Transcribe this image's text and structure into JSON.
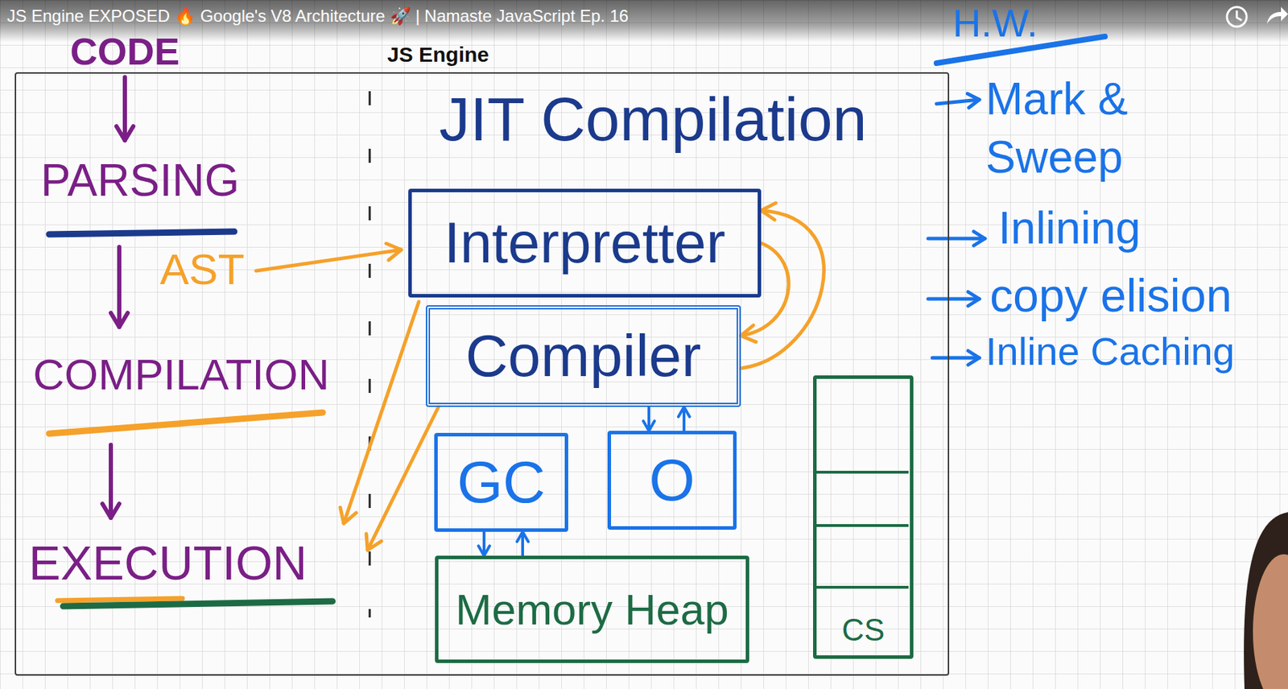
{
  "diagram": {
    "title": "JS Engine EXPOSED 🔥 Google's V8 Architecture 🚀 | Namaste JavaScript Ep. 16",
    "nodes": [
      {
        "text": [
          "JS Engine"
        ]
      },
      {
        "text": [
          "Interpretter"
        ],
        "in": 0
      },
      {
        "text": [
          "Compiler"
        ],
        "in": 0
      },
      {
        "text": [
          "GC"
        ],
        "in": 0
      },
      {
        "text": [
          "O"
        ],
        "in": 0
      },
      {
        "text": [
          "Memory Heap"
        ],
        "in": 0
      },
      {
        "text": [
          "CS"
        ],
        "in": 0
      }
    ],
    "edges": [
      {
        "from": 1,
        "to": 2,
        "arrow": "to"
      },
      {
        "from": 2,
        "to": 1,
        "arrow": "to"
      },
      {
        "from": 2,
        "to": 4,
        "arrow": "to"
      },
      {
        "from": 4,
        "to": 2,
        "arrow": "to"
      },
      {
        "from": 3,
        "to": 5,
        "arrow": "to"
      },
      {
        "from": 5,
        "to": 3,
        "arrow": "to"
      }
    ],
    "labels": [
      "CODE",
      "PARSING",
      "AST",
      "COMPILATION",
      "EXECUTION",
      "JIT Compilation",
      "H.W.",
      "Mark & Sweep",
      "Inlining",
      "copy elision",
      "Inline Caching"
    ]
  }
}
